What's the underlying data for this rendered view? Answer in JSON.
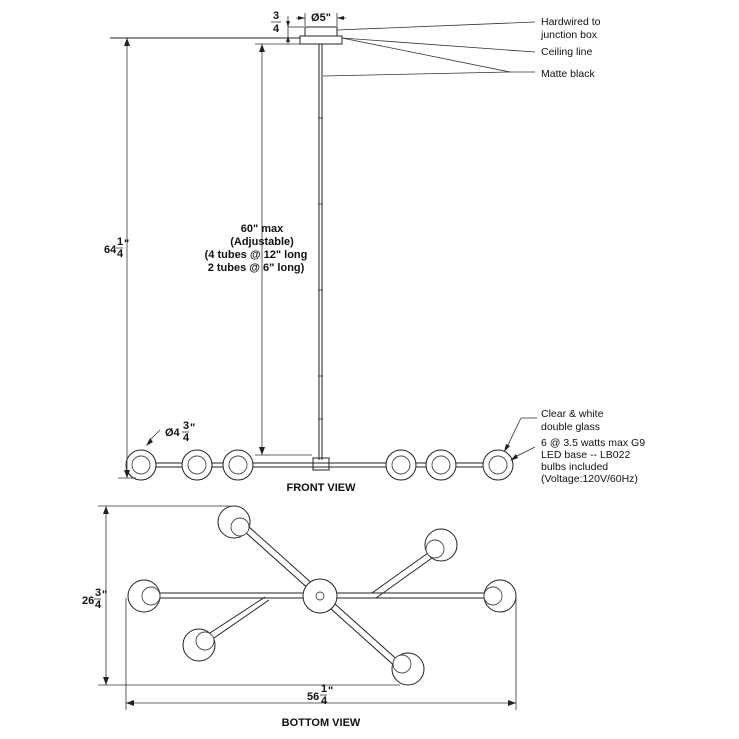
{
  "labels": {
    "hardwired_line1": "Hardwired to",
    "hardwired_line2": "junction box",
    "ceiling_line": "Ceiling line",
    "finish": "Matte black",
    "canopy_diameter": "Ø5\"",
    "canopy_height_num": "3",
    "canopy_height_den": "4",
    "overall_height_whole": "64",
    "overall_height_num": "1",
    "overall_height_den": "4",
    "stem_line1": "60\" max",
    "stem_line2": "(Adjustable)",
    "stem_line3": "(4 tubes @ 12\" long",
    "stem_line4": "2 tubes @ 6\" long)",
    "globe_diameter_whole": "Ø4",
    "globe_diameter_num": "3",
    "globe_diameter_den": "4",
    "glass_line1": "Clear & white",
    "glass_line2": "double glass",
    "bulb_line1": "6 @ 3.5 watts max G9",
    "bulb_line2": "LED base -- LB022",
    "bulb_line3": "bulbs included",
    "bulb_line4": "(Voltage:120V/60Hz)",
    "front_view": "FRONT VIEW",
    "depth_whole": "26",
    "depth_num": "3",
    "depth_den": "4",
    "width_whole": "56",
    "width_num": "1",
    "width_den": "4",
    "bottom_view": "BOTTOM VIEW"
  }
}
